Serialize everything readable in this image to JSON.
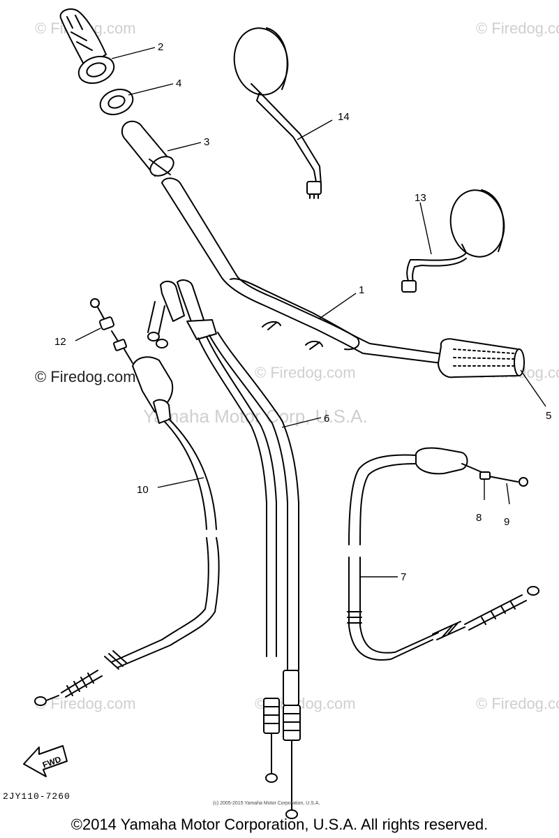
{
  "watermarks": {
    "firedog": "© Firedog.com",
    "firedog_plain": "Firedog.com",
    "yamaha": "Yamaha Motor Corp, U.S.A."
  },
  "fwd_label": "FWD",
  "diagram_code": "2JY110-7260",
  "small_copyright": "(c) 2005-2015 Yamaha Motor Corporation, U.S.A.",
  "copyright": "©2014 Yamaha Motor Corporation, U.S.A. All rights reserved.",
  "parts": [
    {
      "num": "1"
    },
    {
      "num": "2"
    },
    {
      "num": "3"
    },
    {
      "num": "4"
    },
    {
      "num": "5"
    },
    {
      "num": "6"
    },
    {
      "num": "7"
    },
    {
      "num": "8"
    },
    {
      "num": "9"
    },
    {
      "num": "10"
    },
    {
      "num": "12"
    },
    {
      "num": "13"
    },
    {
      "num": "14"
    }
  ]
}
